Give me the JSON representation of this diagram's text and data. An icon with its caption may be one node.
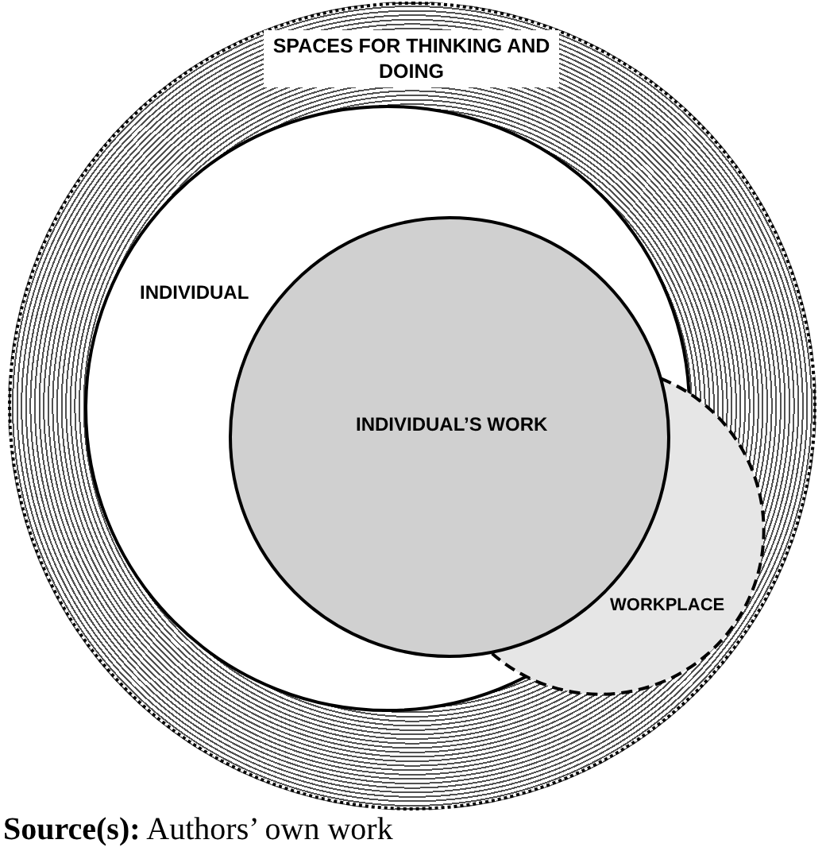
{
  "diagram": {
    "caption": "**Source(s):** Authors’ own work",
    "nodes": [
      {
        "text": [
          "SPACES FOR THINKING AND DOING"
        ]
      },
      {
        "text": [
          "INDIVIDUAL"
        ],
        "in": 0
      },
      {
        "text": [
          "INDIVIDUAL’S WORK"
        ],
        "in": 1
      },
      {
        "text": [
          "WORKPLACE"
        ],
        "in": 0
      }
    ]
  }
}
